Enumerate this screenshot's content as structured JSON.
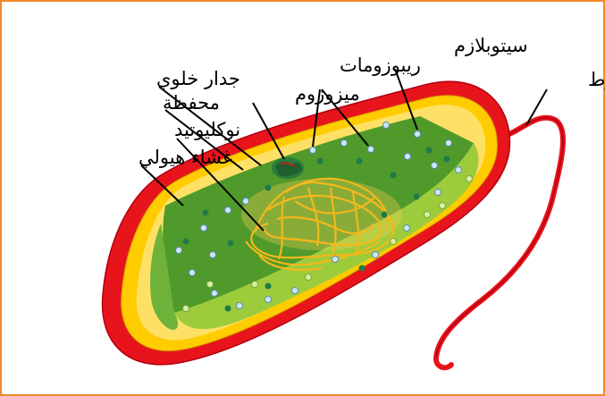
{
  "labels": {
    "cell_wall": "جدار خلوي",
    "capsule": "محفظة",
    "nucleoid": "نوكليوتيد",
    "plasma_membrane": "غشاء هيولي",
    "mesosome": "ميزوزوم",
    "ribosomes": "ريبوزومات",
    "cytoplasm": "سيتوبلازم",
    "flagellum": "سوط"
  },
  "colors": {
    "frame_border": "#f08a2a",
    "capsule_red": "#e8141c",
    "cell_wall_yellow": "#ffcc00",
    "membrane_yellow": "#ffe066",
    "cytoplasm_dark_green": "#4f9a2a",
    "cytoplasm_light_green": "#9ccc3c",
    "nucleoid_orange": "#f4b81a",
    "mesosome_green": "#2b7a3c",
    "ribosome_blue": "#cfe6f7",
    "granule_dark": "#1f7a4a"
  }
}
